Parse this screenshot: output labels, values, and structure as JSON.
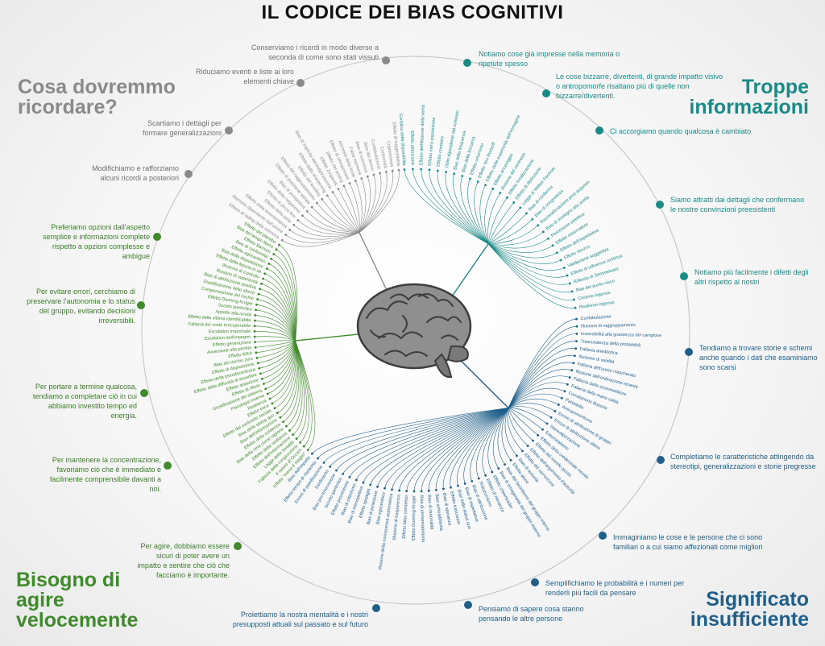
{
  "title": "IL CODICE DEI BIAS COGNITIVI",
  "corners": {
    "top_left": [
      "Cosa dovremmo",
      "ricordare?"
    ],
    "top_right": [
      "Troppe",
      "informazioni"
    ],
    "bottom_left": [
      "Bisogno di",
      "agire",
      "velocemente"
    ],
    "bottom_right": [
      "Significato",
      "insufficiente"
    ]
  },
  "colors": {
    "memory": "#8a8a8a",
    "info": "#1a8a86",
    "act": "#3f8a2a",
    "meaning": "#1f5f8a"
  },
  "center_icon": "brain-icon",
  "headings": {
    "memory": [
      "Conserviamo i ricordi in modo diverso a seconda di come sono stati vissuti",
      "Riduciamo eventi e liste ai loro elementi chiave",
      "Scartiamo i dettagli per formare generalizzazioni",
      "Modifichiamo e rafforziamo alcuni ricordi a posteriori"
    ],
    "info": [
      "Notiamo cose già impresse nella memoria o ripetute spesso",
      "Le cose bizzarre, divertenti, di grande impatto visivo o antropomorfe risaltano più di quelle non bizzarre/divertenti.",
      "Ci accorgiamo quando qualcosa è cambiato",
      "Siamo attratti dai dettagli che confermano le nostre convinzioni preesistenti",
      "Notiamo più facilmente i difetti degli altri rispetto ai nostri"
    ],
    "meaning": [
      "Tendiamo a trovare storie e schemi anche quando i dati che esaminiamo sono scarsi",
      "Completiamo le caratteristiche attingendo da stereotipi, generalizzazioni e storie pregresse",
      "Immaginiamo le cose e le persone che ci sono familiari o a cui siamo affezionati come migliori",
      "Semplifichiamo le probabilità e i numeri per renderli più facili da pensare",
      "Pensiamo di sapere cosa stanno pensando le altre persone",
      "Proiettiamo la nostra mentalità e i nostri presupposti attuali sul passato e sul futuro"
    ],
    "act": [
      "Preferiamo opzioni dall'aspetto semplice e informazioni complete rispetto a opzioni complesse e ambigue",
      "Per evitare errori, cerchiamo di preservare l'autonomia e lo status del gruppo, evitando decisioni irreversibili.",
      "Per portare a termine qualcosa, tendiamo a completare ciò in cui abbiamo investito tempo ed energia.",
      "Per mantenere la concentrazione, favoriamo ciò che è immediato e facilmente comprensibile davanti a noi.",
      "Per agire, dobbiamo essere sicuri di poter avere un impatto e sentire che ciò che facciamo è importante."
    ]
  },
  "bias_labels": {
    "info": [
      "Euristica della disponibilità",
      "Effetto attenzione",
      "Effetto dell'illusione della verità",
      "Effetto mera esposizione",
      "Effetto contesto",
      "Oblio dipendente dal contesto",
      "Bias della frequenza",
      "Bias della bizzarria",
      "Effetto umorismo",
      "Effetto Von Restorff",
      "Effetto della superiorità dell'immagine",
      "Effetto ancoraggio",
      "Illusione del contrasto",
      "Effetto focalizzazione",
      "Effetto di distinzione",
      "Legge di Weber-Fechner",
      "Bias di conferma",
      "Bias di congruenza",
      "Razionalizzazione post-acquisto",
      "Bias di sostegno alla scelta",
      "Percezione selettiva",
      "Effetto osservatore",
      "Effetto dell'aspettativa",
      "Effetto struzzo",
      "Validazione soggettiva",
      "Effetto di influenza continua",
      "Riflesso di Semmelweis",
      "Bias del punto cieco",
      "Cinismo ingenuo",
      "Realismo ingenuo"
    ],
    "meaning": [
      "Confabulazione",
      "Illusione di raggruppamento",
      "Insensibilità alla grandezza del campione",
      "Trascuratezza della probabilità",
      "Fallacia aneddotica",
      "Illusione di validità",
      "Fallacia dell'uomo mascherato",
      "Illusione dell'ordinazione recente",
      "Fallacia della scommettitore",
      "Fallacia della mano calda",
      "Correlazione illusoria",
      "Pareidolia",
      "Antropomorfismo",
      "Errore di attribuzione di gruppo",
      "Errore di attribuzione ultimo",
      "Stereotipizzazione",
      "Essenzialismo",
      "Effetto della credenziale morale",
      "Effetto del mondo giusto",
      "Effetto dell'argomento d'autorità",
      "Effetto del carrozzone",
      "Bias di autorità",
      "Effetto alone",
      "Bias del favoritismo del gruppo interno",
      "Bias di omogeneità del gruppo esterno",
      "Effetto cheerleader",
      "Effetto di rilevanza",
      "Riduzionismo",
      "Bias di attribuzione",
      "Bias di aspettativa",
      "Bias dello status quo",
      "Effetto trascurare",
      "Bias di speranza",
      "Bias sottoadditività",
      "Bias di razionalità",
      "Bias di conservatorismo",
      "Effetto Dunning-Kruger",
      "Effetto falso consenso",
      "Illusione di trasparenza",
      "Illusione della conoscenza asimmetrica",
      "Bias egocentrico",
      "Bias di proiezione",
      "Effetto spotlight",
      "Bias di retrospettiva",
      "Bias di ottimismo",
      "Effetto pessimismo",
      "Sconto iperbolico",
      "Bias pro-innovazione",
      "Declinismo",
      "Errore di pianificazione",
      "Effetto tempo di risparmio",
      "Bias dell'impatto"
    ],
    "act": [
      "Effetto \"meno è meglio\"",
      "Il rasoio di Occam",
      "Fallacia della congiunzione",
      "Legge della trivialità",
      "Effetto dell'informazione",
      "Effetto della reattanza",
      "Bias della rima come ragione",
      "Effetto della credenza",
      "Bias dell'informazione",
      "Bias dello status quo",
      "Effetto del confronto sociale",
      "Effetto esca",
      "Reattanza",
      "Psicologia inversa",
      "Giustificazione del sistema",
      "Effetto di rifiuto",
      "Effetto dotazione",
      "Effetto della difficoltà di assorbire",
      "Effetto della pseudocertezza",
      "Effetto di disposizione",
      "Bias del rischio zero",
      "Effetto IKEA",
      "Avversione alla perdita",
      "Effetto generazione",
      "Escalation dell'impegno",
      "Escalation irrazionale",
      "Fallacia del costo irrecuperabile",
      "Effetto della vittima identificabile",
      "Appello alla novità",
      "Sconto iperbolico",
      "Effetto Dunning-Kruger",
      "Compensazione del rischio",
      "Giustificazione dello sforzo",
      "Bias di attribuzione positiva",
      "Illusione di superiorità",
      "Illusione di controllo",
      "Effetto della fiducia in sé",
      "Bias della disposizione",
      "Effetto egocentrico",
      "Bias di conformità",
      "Effetto Barnum",
      "Bias del tempo libero",
      "Effetto del placebo"
    ],
    "memory": [
      "Effetto di fading della memoria",
      "Memoria dipendente dall'umore",
      "Effetto della testimonianza",
      "Effetto della serie",
      "Effetto di picco-fine",
      "Effetto della negazione",
      "Bias di prospettiva",
      "Effetto di posizione seriale",
      "Effetto del raggruppamento",
      "Effetto del leveling",
      "Effetto della sharpening",
      "Bias di implicita stereotipizzazione",
      "Effetto Zeigarnik",
      "Effetto del testing",
      "Effetto di oltrepassare",
      "Amnesia della fonte",
      "Falsa memoria",
      "Bias di coerenza",
      "Bias del ritorno",
      "Confabulazione",
      "Conformità",
      "Criptomnesia",
      "Effetto di suggestibilità"
    ]
  }
}
